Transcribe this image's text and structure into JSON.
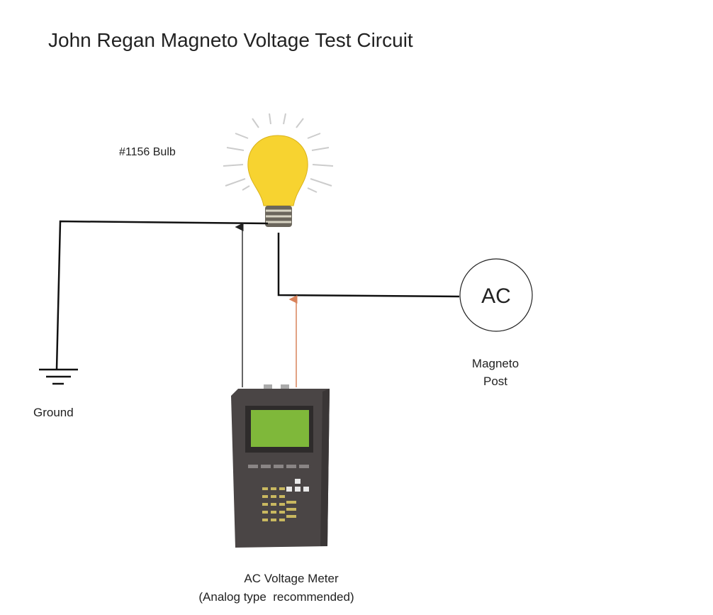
{
  "title": "John Regan Magneto Voltage Test Circuit",
  "bulb": {
    "label": "#1156 Bulb",
    "color": "#f7d330"
  },
  "ground": {
    "label": "Ground"
  },
  "source": {
    "symbol": "AC",
    "label_line1": "Magneto",
    "label_line2": "Post"
  },
  "meter": {
    "label_line1": "AC Voltage Meter",
    "label_line2": "(Analog type  recommended)",
    "screen_color": "#7fb83a",
    "body_color": "#4a4545"
  },
  "colors": {
    "wire": "#111111",
    "probe_black": "#333333",
    "probe_red": "#d9825a"
  }
}
